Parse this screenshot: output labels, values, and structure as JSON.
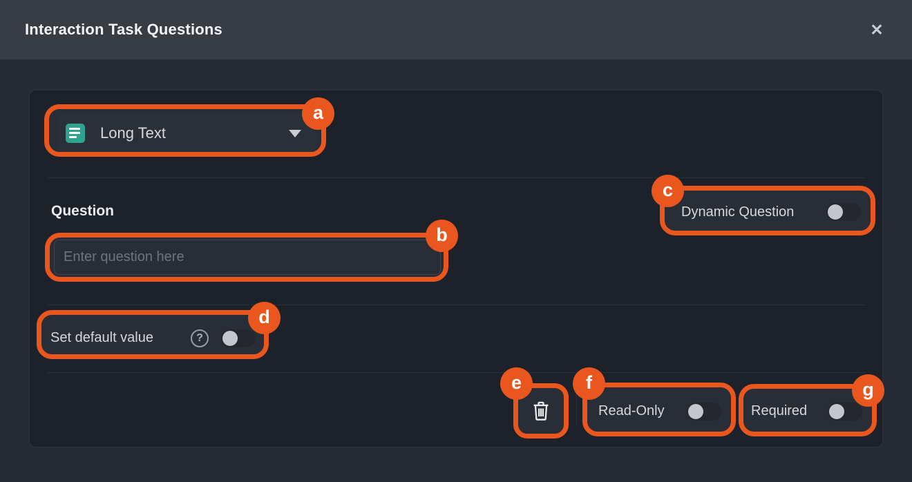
{
  "header": {
    "title": "Interaction Task Questions",
    "close_glyph": "✕"
  },
  "card": {
    "type_selector": {
      "selected": "Long Text",
      "icon": "long-text-icon"
    },
    "question": {
      "label": "Question",
      "input_value": "",
      "placeholder": "Enter question here",
      "dynamic_toggle": {
        "label": "Dynamic Question",
        "state": "off"
      }
    },
    "default_value": {
      "label": "Set default value",
      "help_glyph": "?",
      "toggle_state": "off"
    },
    "footer": {
      "delete_icon": "trash-icon",
      "read_only": {
        "label": "Read-Only",
        "state": "off"
      },
      "required": {
        "label": "Required",
        "state": "off"
      }
    }
  },
  "annotations": {
    "a": "a",
    "b": "b",
    "c": "c",
    "d": "d",
    "e": "e",
    "f": "f",
    "g": "g"
  },
  "colors": {
    "annotation_orange": "#E9561E",
    "icon_teal": "#2EA38D",
    "header_bg": "#383D45",
    "body_bg": "#272B33",
    "card_bg": "#1D212A",
    "toggle_knob": "#C3C6CC"
  }
}
